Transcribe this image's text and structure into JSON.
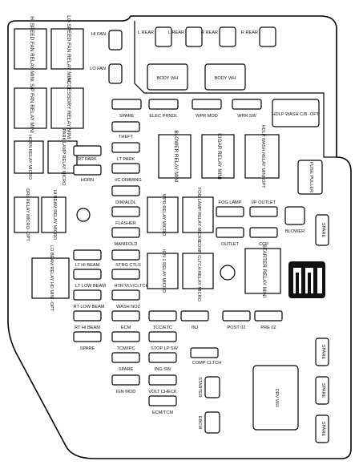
{
  "labels": {
    "hi_speed_fan_relay": "HI SPEED FAN RELAY MINI",
    "lo_speed_fan_relay": "LO SPEED FAN RELAY MINI",
    "hi_fan": "HI FAN",
    "lo_fan": "LO FAN",
    "l_rear_1": "L REAR",
    "l_rear_2": "L REAR",
    "r_rear_1": "R REAR",
    "r_rear_2": "R REAR",
    "body_wh_1": "BODY WH",
    "body_wh_2": "BODY WH",
    "s_p_fan_relay": "S/P FAN RELAY MINI",
    "accessory_relay": "ACCESSORY RELAY MINI",
    "spare_top": "SPARE",
    "elec_prndl": "ELEC PRNDL",
    "wpr_mod": "WPR MOD",
    "wpr_sw": "WPR SW",
    "hdlp_wash_cb_opt": "HDLP WASH C/B -OPT",
    "horn_relay": "HORN RELAY MICRO",
    "park_lamp_relay": "PARK LAMP RELAY MICRO",
    "theft": "THEFT",
    "rt_park": "RT PARK",
    "lt_park": "LT PARK",
    "horn": "HORN",
    "ic_dimming": "I/C DIMMING",
    "blower_relay": "BLOWER RELAY MINI",
    "cigar_relay": "CIGAR RELAY MINI",
    "hdlp_wash_relay": "HDLP WASH RELAY MINI-OPT",
    "fuse_puller": "FUSE PULLER",
    "drl_relay_opt": "DRL RELAY MICRO -OPT",
    "hi_beam_relay": "HI BEAM RELAY MICRO",
    "dim_alds": "DIM/ALDL",
    "flasher": "FLASHER",
    "wpr_relay": "WPR RELAY MICRO",
    "fog_lamp_relay": "FOG LAMP RELAY MICRO",
    "fog_lamp": "FOG LAMP",
    "ip_outlet": "I/P OUTLET",
    "outlet": "OUTLET",
    "ccp": "CCP",
    "blower": "BLOWER",
    "spare_right_1": "SPARE",
    "manifold": "MANIFOLD",
    "lo_beam_relay": "LO BEAM RELAY HD MINI -OPT",
    "lt_hi_beam": "LT HI BEAM",
    "strg_ctls": "STRG CTLS",
    "lt_low_beam": "LT LOW BEAM",
    "htr_vlv_clutch": "HTR VLV/CLTCH",
    "ign1_relay": "IGN 1 RELAY MICRO",
    "comp_cltch_relay": "COMP CLTCH RELAY MICRO",
    "starter_relay": "STARTER RELAY MINI",
    "rt_low_beam": "RT LOW BEAM",
    "wash_noz": "WASH NOZ",
    "rt_hi_beam": "RT HI BEAM",
    "ecm": "ECM",
    "tcc_etc": "TCC/ETC",
    "inj": "INJ",
    "post_o2": "POST 02",
    "pre_o2": "PRE 02",
    "spare_left": "SPARE",
    "tcm_ipc": "TCM/IPC",
    "stop_lp_sw": "STOP LP SW",
    "comp_cltch": "COMP CLTCH",
    "spare_right_2": "SPARE",
    "spare_mid": "SPARE",
    "ing_sw": "ING SW",
    "spare_right_3": "SPARE",
    "ign_mod": "IGN MOD",
    "volt_check": "VOLT CHECK",
    "starter": "STARTER",
    "drv_wh": "DRV WH",
    "ecm_tcm": "ECM/TCM",
    "ebcm": "EBCM",
    "spare_right_4": "SPARE"
  }
}
